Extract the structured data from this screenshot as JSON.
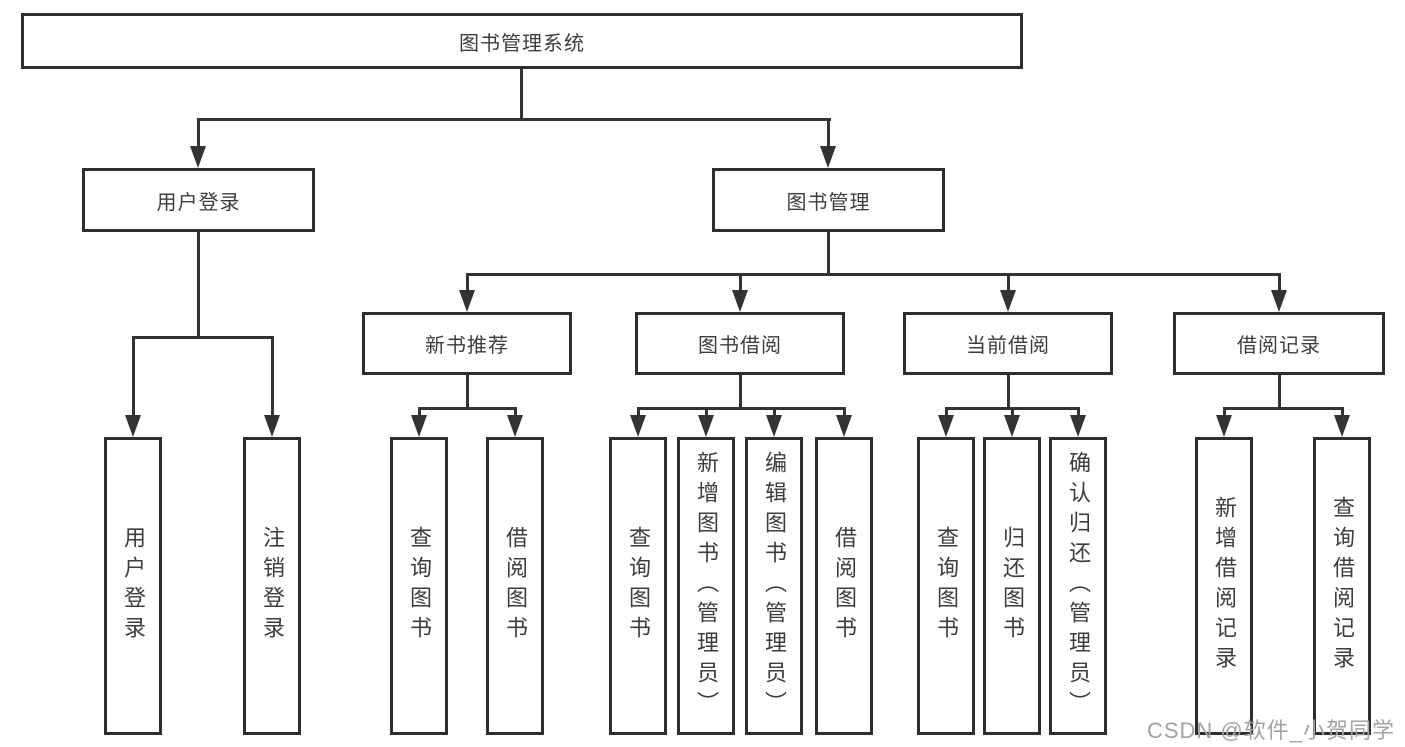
{
  "tree": {
    "root": {
      "label": "图书管理系统"
    },
    "level2": [
      {
        "id": "user-login",
        "label": "用户登录",
        "children": [
          "用户登录",
          "注销登录"
        ]
      },
      {
        "id": "book-management",
        "label": "图书管理"
      }
    ],
    "level3": [
      {
        "id": "new-book-recommend",
        "label": "新书推荐",
        "children": [
          "查询图书",
          "借阅图书"
        ]
      },
      {
        "id": "book-borrowing",
        "label": "图书借阅",
        "children": [
          "查询图书",
          "新增图书（管理员）",
          "编辑图书（管理员）",
          "借阅图书"
        ]
      },
      {
        "id": "current-borrowing",
        "label": "当前借阅",
        "children": [
          "查询图书",
          "归还图书",
          "确认归还（管理员）"
        ]
      },
      {
        "id": "borrowing-records",
        "label": "借阅记录",
        "children": [
          "新增借阅记录",
          "查询借阅记录"
        ]
      }
    ]
  },
  "watermark": {
    "text": "CSDN @软件_小贺同学"
  },
  "colors": {
    "line": "#333333",
    "box_border": "#2e2e2e",
    "text": "#3d3d3d",
    "watermark": "#a3a3a3",
    "background": "#ffffff"
  }
}
